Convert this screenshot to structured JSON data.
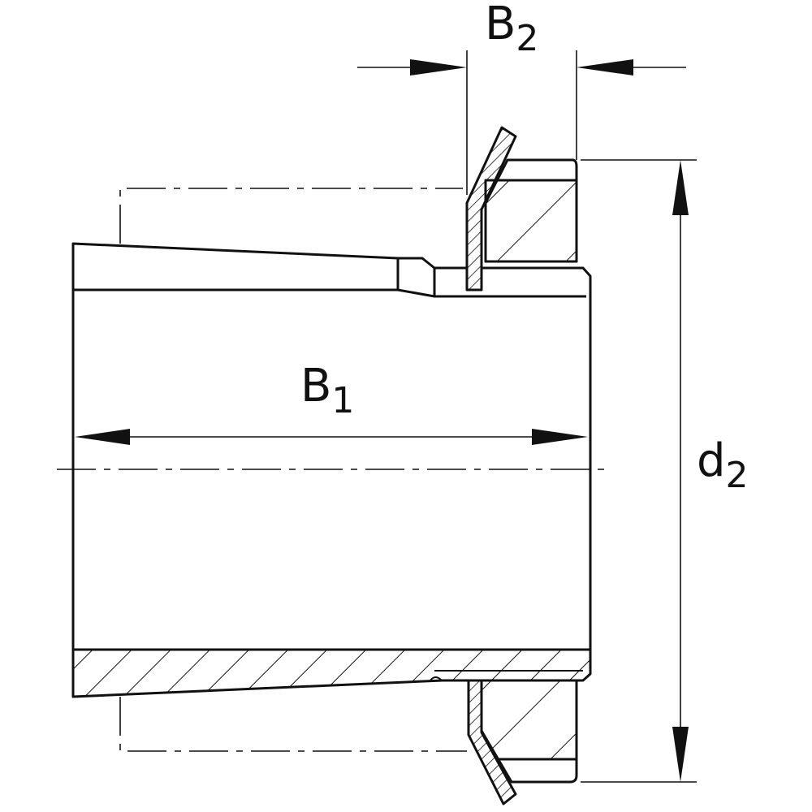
{
  "labels": {
    "b2": {
      "main": "B",
      "sub": "2"
    },
    "b1": {
      "main": "B",
      "sub": "1"
    },
    "d2": {
      "main": "d",
      "sub": "2"
    }
  },
  "colors": {
    "line": "#111111",
    "background": "#ffffff"
  }
}
